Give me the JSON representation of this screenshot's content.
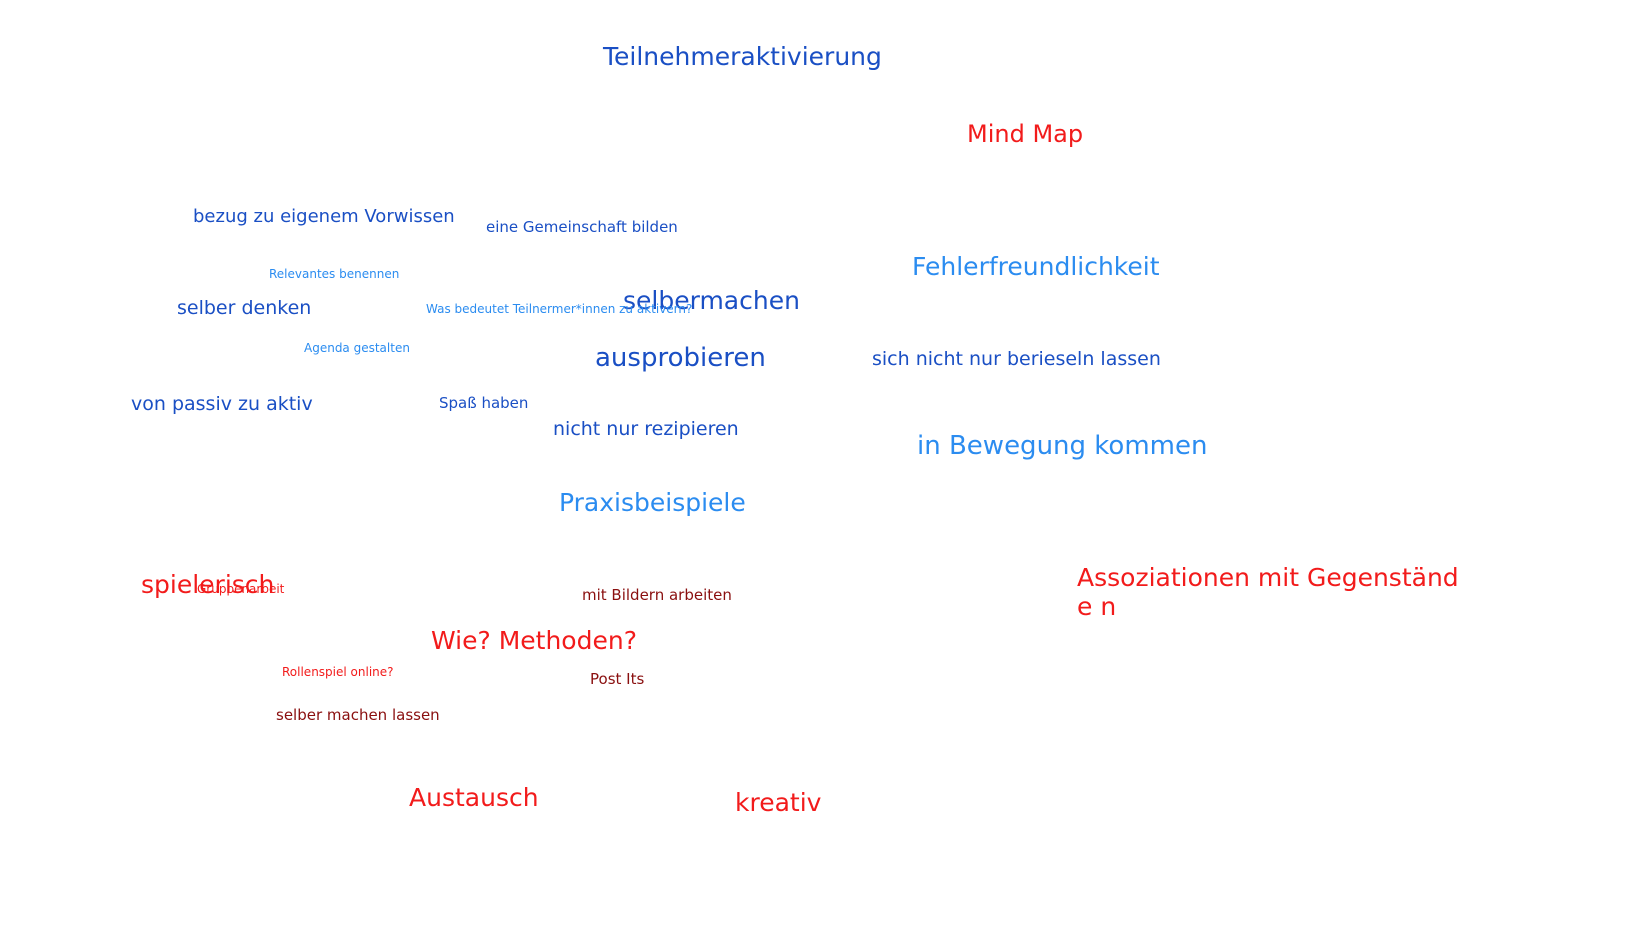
{
  "colors": {
    "blue": "#1a4fc4",
    "light_blue": "#2b8cf0",
    "red": "#f21b1b",
    "dark_red": "#8a0f0f",
    "background": "#ffffff"
  },
  "words": [
    {
      "text": "Teilnehmeraktivierung",
      "color": "blue"
    },
    {
      "text": "Mind Map",
      "color": "red"
    },
    {
      "text": "bezug zu eigenem Vorwissen",
      "color": "blue"
    },
    {
      "text": "eine Gemeinschaft bilden",
      "color": "blue"
    },
    {
      "text": "Fehlerfreundlichkeit",
      "color": "light_blue"
    },
    {
      "text": "Relevantes benennen",
      "color": "light_blue"
    },
    {
      "text": "selbermachen",
      "color": "blue"
    },
    {
      "text": "selber denken",
      "color": "blue"
    },
    {
      "text": "Was bedeutet Teilnermer*innen zu aktivern?",
      "color": "light_blue"
    },
    {
      "text": "Agenda gestalten",
      "color": "light_blue"
    },
    {
      "text": "ausprobieren",
      "color": "blue"
    },
    {
      "text": "sich nicht nur berieseln lassen",
      "color": "blue"
    },
    {
      "text": "von passiv zu aktiv",
      "color": "blue"
    },
    {
      "text": "Spaß haben",
      "color": "blue"
    },
    {
      "text": "nicht nur rezipieren",
      "color": "blue"
    },
    {
      "text": "in Bewegung kommen",
      "color": "light_blue"
    },
    {
      "text": "Praxisbeispiele",
      "color": "light_blue"
    },
    {
      "text": "Assoziationen mit Gegenstände n",
      "color": "red"
    },
    {
      "text": "spielerisch",
      "color": "red"
    },
    {
      "text": "Gruppenarbeit",
      "color": "red"
    },
    {
      "text": "mit Bildern arbeiten",
      "color": "dark_red"
    },
    {
      "text": "Wie? Methoden?",
      "color": "red"
    },
    {
      "text": "Rollenspiel online?",
      "color": "red"
    },
    {
      "text": "Post Its",
      "color": "dark_red"
    },
    {
      "text": "selber machen lassen",
      "color": "dark_red"
    },
    {
      "text": "Austausch",
      "color": "red"
    },
    {
      "text": "kreativ",
      "color": "red"
    }
  ]
}
